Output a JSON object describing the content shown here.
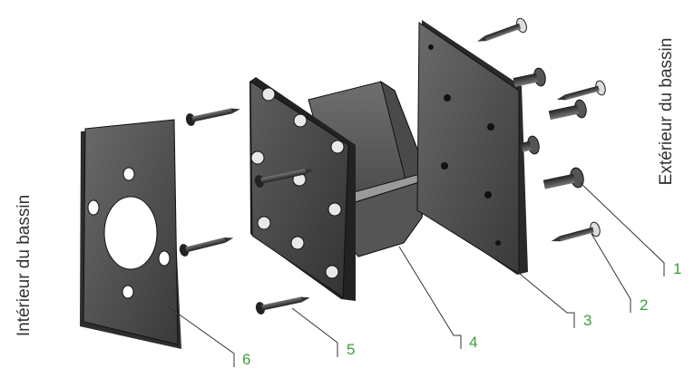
{
  "labels": {
    "interior": "Intérieur du bassin",
    "exterior": "Extérieur du bassin"
  },
  "callouts": [
    {
      "id": "1",
      "text": "1"
    },
    {
      "id": "2",
      "text": "2"
    },
    {
      "id": "3",
      "text": "3"
    },
    {
      "id": "4",
      "text": "4"
    },
    {
      "id": "5",
      "text": "5"
    },
    {
      "id": "6",
      "text": "6"
    }
  ],
  "colors": {
    "callout_text": "#3aa03a",
    "leader_line": "#333333",
    "part_dark": "#3c3c3c",
    "part_mid": "#5a5a5a",
    "part_light": "#8a8a8a",
    "outline": "#111111"
  }
}
